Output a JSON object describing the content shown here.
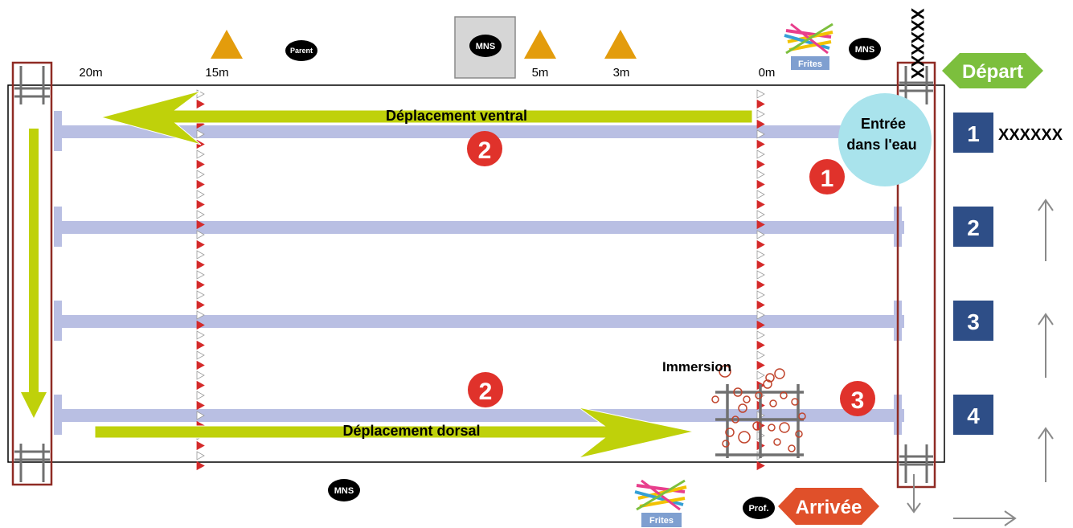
{
  "distances": {
    "d20": "20m",
    "d15": "15m",
    "d5": "5m",
    "d3": "3m",
    "d0": "0m"
  },
  "roles": {
    "parent": "Parent",
    "mns": "MNS",
    "prof": "Prof."
  },
  "props": {
    "frites": "Frites"
  },
  "signs": {
    "depart": "Départ",
    "arrivee": "Arrivée"
  },
  "placeholder_vertical": "XXXXXX",
  "entry_zone": {
    "line1": "Entrée",
    "line2": "dans l'eau"
  },
  "lanes": {
    "n1": "1",
    "n2": "2",
    "n3": "3",
    "n4": "4",
    "lane1_name": "XXXXXX"
  },
  "steps": {
    "s1": "1",
    "s2": "2",
    "s3": "3"
  },
  "arrows": {
    "ventral": "Déplacement ventral",
    "dorsal": "Déplacement dorsal"
  },
  "immersion_label": "Immersion",
  "colors": {
    "lane_line": "#b9bfe3",
    "green_arrow": "#bfd10a",
    "cone": "#e39c0c",
    "dark_red_frame": "#8f2b24",
    "lane_box": "#2e4e87",
    "step_red": "#e0322b",
    "depart_green": "#7cbf3d",
    "arrivee_red": "#e0502a",
    "entry_circle": "#a9e3ec",
    "gray": "#707070"
  }
}
